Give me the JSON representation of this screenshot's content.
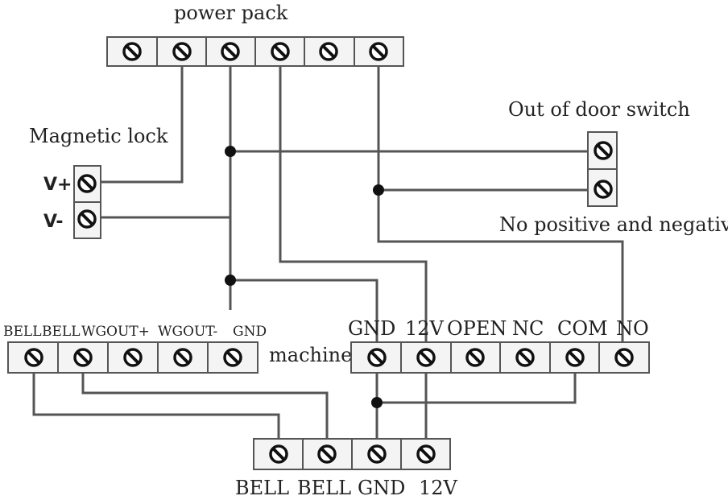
{
  "labels": {
    "power_pack": "power pack",
    "magnetic_lock": "Magnetic lock",
    "v_plus": "V+",
    "v_minus": "V-",
    "out_of_door_switch": "Out of door switch",
    "no_positive_negative": "No positive and negative",
    "machine": "machine"
  },
  "left_terminal_block": {
    "terminals": [
      "BELL",
      "BELL",
      "WGOUT+",
      "WGOUT-",
      "GND"
    ]
  },
  "right_terminal_block": {
    "terminals": [
      "GND",
      "12V",
      "OPEN",
      "NC",
      "COM",
      "NO"
    ]
  },
  "bottom_terminal_block": {
    "terminals": [
      "BELL",
      "BELL",
      "GND",
      "12V"
    ]
  },
  "colors": {
    "wire": "#555555",
    "screw": "#111111",
    "text": "#222222"
  }
}
